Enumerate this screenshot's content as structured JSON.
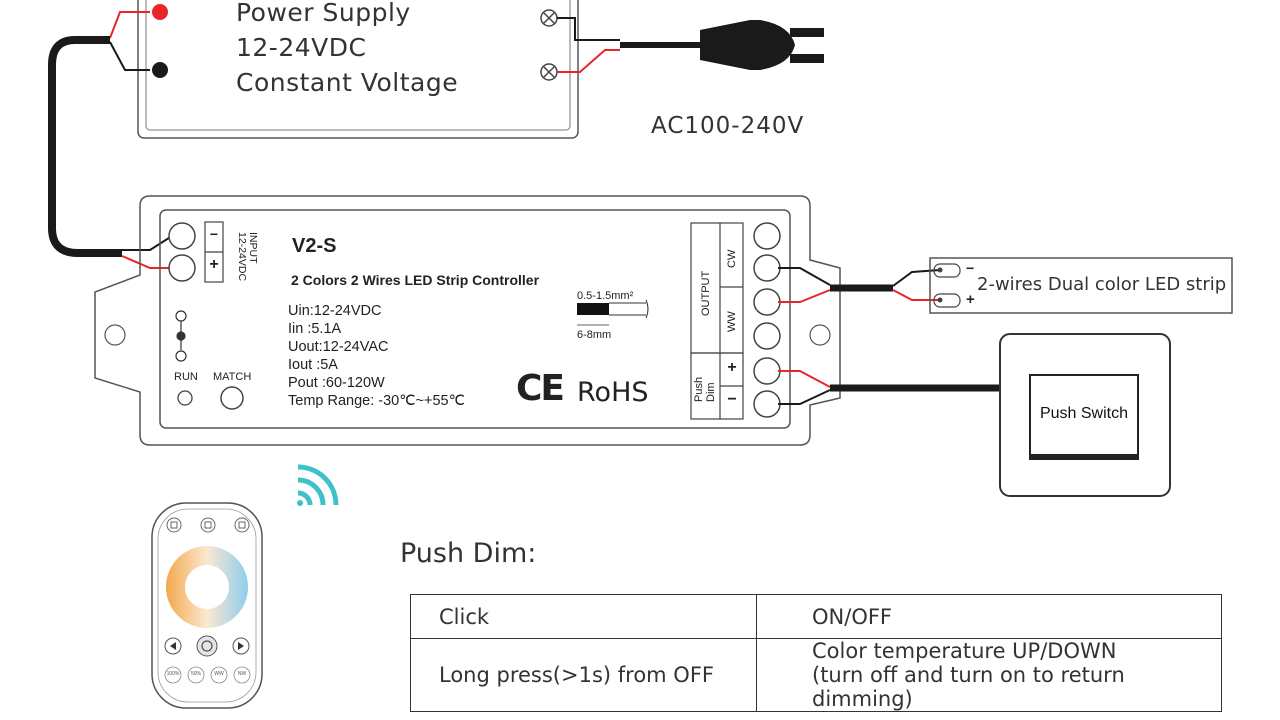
{
  "power_supply": {
    "line1": "Power Supply",
    "line2": "12-24VDC",
    "line3": "Constant Voltage"
  },
  "ac_label": "AC100-240V",
  "controller": {
    "model": "V2-S",
    "subtitle": "2 Colors 2 Wires LED Strip Controller",
    "specs": [
      "Uin:12-24VDC",
      "Iin  :5.1A",
      "Uout:12-24VAC",
      "Iout  :5A",
      "Pout :60-120W",
      "Temp Range: -30℃~+55℃"
    ],
    "input_label_1": "INPUT",
    "input_label_2": "12-24VDC",
    "minus": "−",
    "plus": "+",
    "run_label": "RUN",
    "match_label": "MATCH",
    "wire_size": "0.5-1.5mm²",
    "strip_length": "6-8mm",
    "ce_mark": "CE",
    "rohs": "RoHS",
    "output_label": "OUTPUT",
    "cw_label": "CW",
    "ww_label": "WW",
    "push_label_1": "Push",
    "push_label_2": "Dim",
    "push_plus": "+",
    "push_minus": "−"
  },
  "led_strip": {
    "label": "2-wires Dual color LED strip",
    "minus": "−",
    "plus": "+"
  },
  "push_switch": {
    "label": "Push Switch"
  },
  "remote": {
    "buttons": [
      "100%",
      "50%",
      "WW",
      "NW"
    ]
  },
  "push_dim": {
    "title": "Push Dim:",
    "rows": [
      {
        "action": "Click",
        "result_1": "ON/OFF",
        "result_2": ""
      },
      {
        "action": "Long press(>1s) from OFF",
        "result_1": "Color temperature UP/DOWN",
        "result_2": "(turn off and turn on to return dimming)"
      }
    ]
  },
  "colors": {
    "red_wire": "#e8262a",
    "black_wire": "#1a1a1a",
    "wifi": "#3ec1c8",
    "outline": "#555555"
  }
}
